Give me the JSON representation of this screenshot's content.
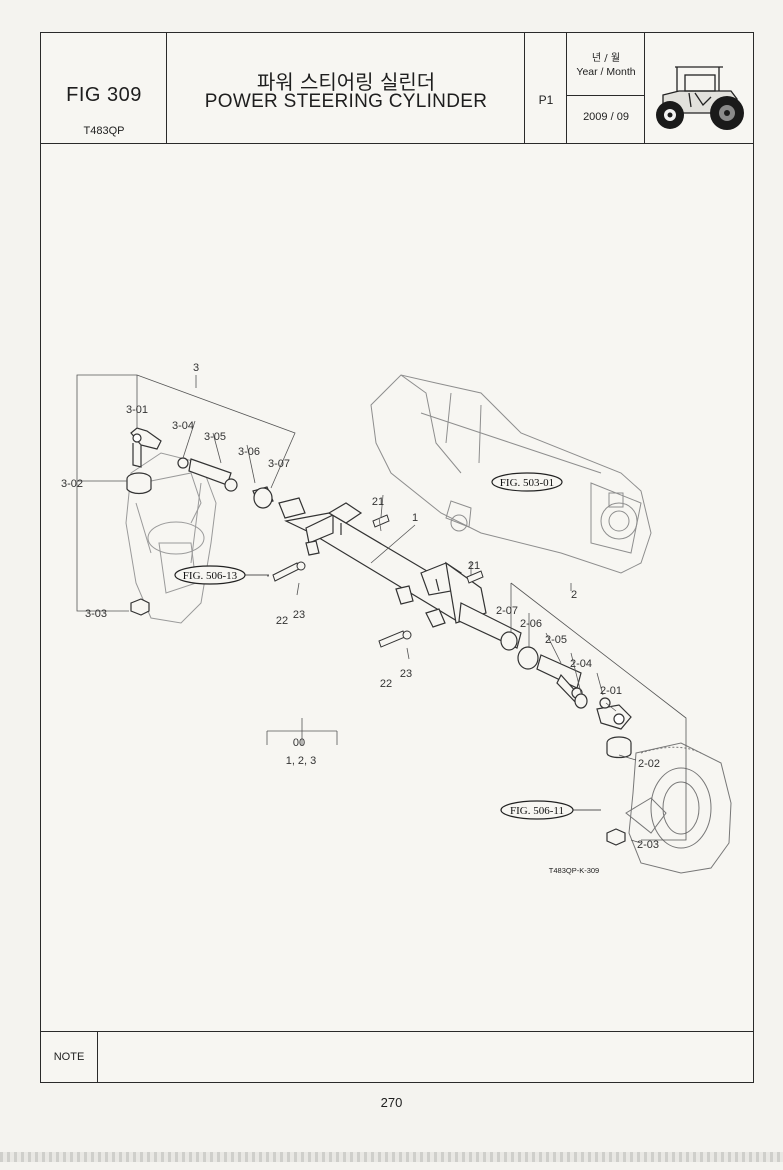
{
  "header": {
    "fig_number": "FIG 309",
    "model": "T483QP",
    "title_ko": "파워 스티어링 실린더",
    "title_en": "POWER STEERING CYLINDER",
    "page": "P1",
    "date_label_ko": "년 / 월",
    "date_label_en": "Year / Month",
    "date_value": "2009 / 09"
  },
  "diagram": {
    "drawing_code": "T483QP-K-309",
    "fig_refs": [
      "FIG. 503-01",
      "FIG. 506-13",
      "FIG. 506-11"
    ],
    "part_labels": {
      "p3": "3",
      "p3_01": "3-01",
      "p3_02": "3-02",
      "p3_03": "3-03",
      "p3_04": "3-04",
      "p3_05": "3-05",
      "p3_06": "3-06",
      "p3_07": "3-07",
      "p1": "1",
      "p21a": "21",
      "p21b": "21",
      "p22a": "22",
      "p22b": "22",
      "p23a": "23",
      "p23b": "23",
      "p2": "2",
      "p2_01": "2-01",
      "p2_02": "2-02",
      "p2_03": "2-03",
      "p2_04": "2-04",
      "p2_05": "2-05",
      "p2_06": "2-06",
      "p2_07": "2-07"
    },
    "assembly": {
      "label": "00",
      "members": "1,  2,  3"
    }
  },
  "note": {
    "label": "NOTE"
  },
  "footer": {
    "page_number": "270"
  }
}
